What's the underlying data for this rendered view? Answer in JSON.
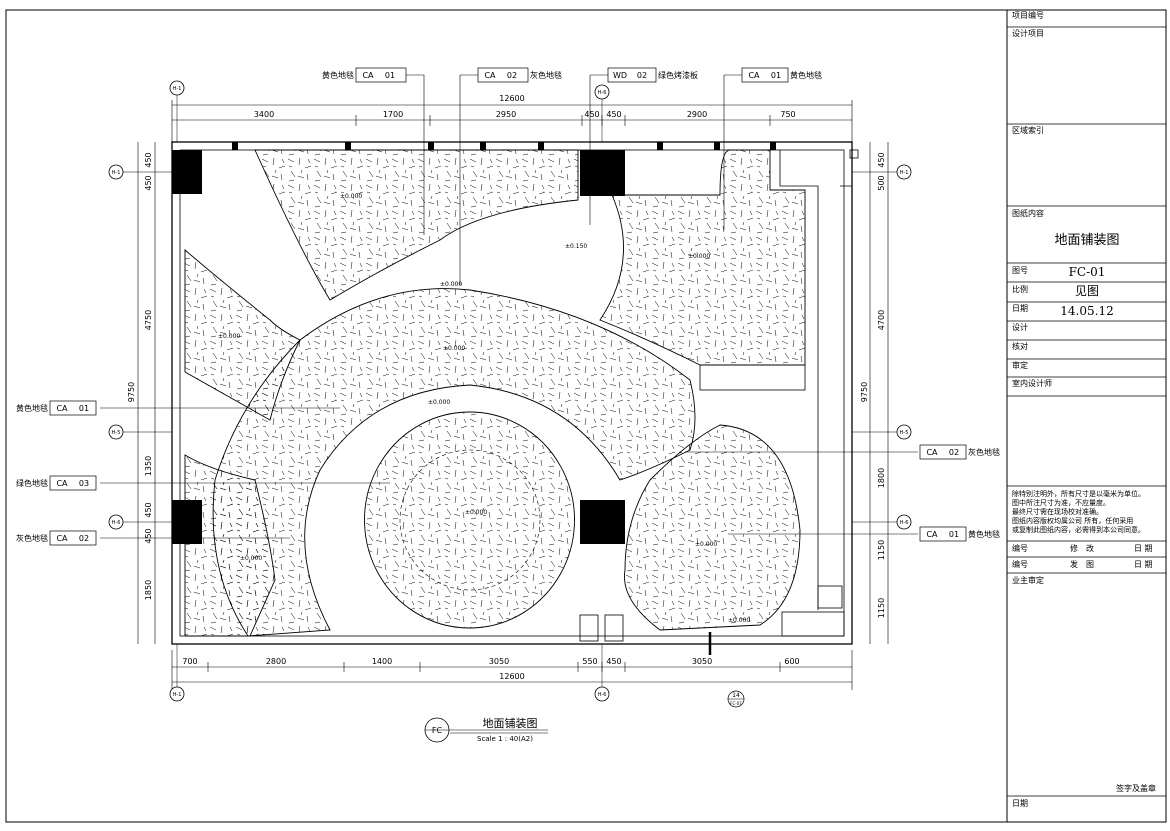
{
  "plan": {
    "title": "地面铺装图",
    "scale": "Scale 1 : 40(A2)",
    "tag": "FC",
    "top_total": "12600",
    "bottom_total": "12600",
    "top_dims": [
      "3400",
      "1700",
      "2950",
      "450",
      "450",
      "2900",
      "750"
    ],
    "bottom_dims": [
      "700",
      "2800",
      "1400",
      "3050",
      "550",
      "450",
      "3050",
      "600"
    ],
    "left_dims": [
      "450",
      "450",
      "4750",
      "9750",
      "1350",
      "450",
      "450",
      "1850"
    ],
    "right_dims": [
      "450",
      "500",
      "4700",
      "9750",
      "1800",
      "1150",
      "1150"
    ],
    "axis_labels": {
      "top_left": "H-1",
      "top_mid": "H-6",
      "bottom_left": "H-1",
      "bottom_mid": "H-6",
      "left_1": "H-1",
      "left_2": "H-5",
      "left_3": "H-6",
      "right_1": "H-1",
      "right_2": "H-5",
      "right_3": "H-6"
    },
    "callouts": [
      {
        "text": "黄色地毯",
        "code": "CA",
        "num": "01"
      },
      {
        "text": "灰色地毯",
        "code": "CA",
        "num": "02"
      },
      {
        "text": "绿色烤漆板",
        "code": "WD",
        "num": "02"
      },
      {
        "text": "黄色地毯",
        "code": "CA",
        "num": "01"
      },
      {
        "text": "黄色地毯",
        "code": "CA",
        "num": "01"
      },
      {
        "text": "绿色地毯",
        "code": "CA",
        "num": "03"
      },
      {
        "text": "灰色地毯",
        "code": "CA",
        "num": "02"
      },
      {
        "text": "灰色地毯",
        "code": "CA",
        "num": "02"
      },
      {
        "text": "黄色地毯",
        "code": "CA",
        "num": "01"
      }
    ],
    "levels": [
      "±0.000",
      "±0.000",
      "±0.150",
      "±0.000",
      "±0.000",
      "±0.000",
      "±0.000",
      "±0.000",
      "±0.000",
      "±0.000",
      "±0.000"
    ],
    "section_mark": {
      "num": "14",
      "ref": "FC-07"
    }
  },
  "title_block": {
    "project_no": "项目编号",
    "project": "设计项目",
    "area_index": "区域索引",
    "content_label": "图纸内容",
    "content": "地面铺装图",
    "drawing_no_label": "图号",
    "drawing_no": "FC-01",
    "scale_label": "比例",
    "scale": "见图",
    "date_label": "日期",
    "date": "14.05.12",
    "design": "设计",
    "check": "核对",
    "review": "审定",
    "designer": "室内设计师",
    "notes": [
      "除特别注明外，所有尺寸是以毫米为单位。",
      "图中所注尺寸为准，不应量度。",
      "最终尺寸需在现场校对准确。",
      "图纸内容版权均属公司 所有，任何采用",
      "或复制此图纸内容，必需得到本公司同意。"
    ],
    "rev_no": "编号",
    "rev": "修　改",
    "rev_date": "日 期",
    "issue_no": "编号",
    "issue": "发　图",
    "issue_date": "日 期",
    "owner": "业主审定",
    "sign": "签字及盖章",
    "final_date": "日期"
  }
}
